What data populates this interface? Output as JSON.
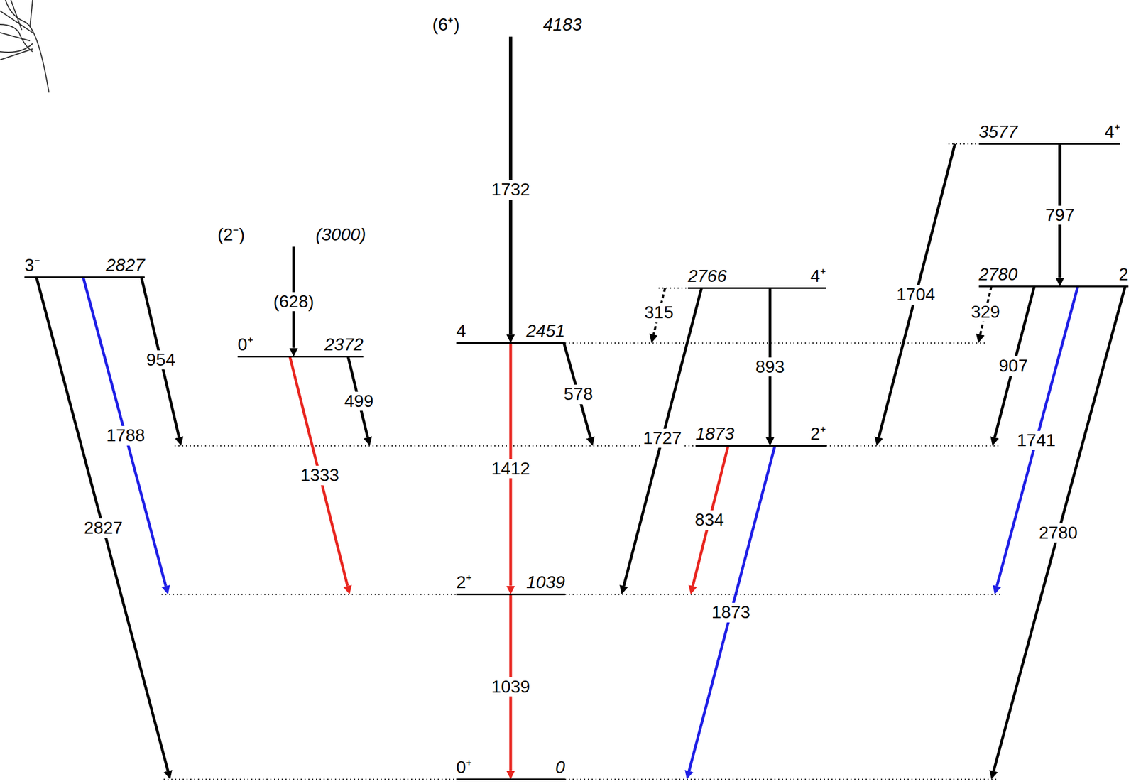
{
  "diagram": {
    "nodes": [
      {
        "text": [
          "(6⁺)",
          "4183"
        ]
      },
      {
        "text": [
          "3577",
          "4⁺"
        ]
      },
      {
        "text": [
          "(2⁻)",
          "(3000)"
        ]
      },
      {
        "text": [
          "3⁻",
          "2827"
        ]
      },
      {
        "text": [
          "2766",
          "4⁺"
        ]
      },
      {
        "text": [
          "2780",
          "2"
        ]
      },
      {
        "text": [
          "4",
          "2451"
        ]
      },
      {
        "text": [
          "0⁺",
          "2372"
        ]
      },
      {
        "text": [
          "1873",
          "2⁺"
        ]
      },
      {
        "text": [
          "2⁺",
          "1039"
        ]
      },
      {
        "text": [
          "0⁺",
          "0"
        ]
      }
    ],
    "edges": [
      {
        "from": 0,
        "to": 6,
        "arrow": "to",
        "label": "1732"
      },
      {
        "from": 2,
        "to": 7,
        "arrow": "to",
        "label": "(628)"
      },
      {
        "from": 3,
        "to": 8,
        "arrow": "to",
        "label": "954"
      },
      {
        "from": 3,
        "to": 9,
        "arrow": "to",
        "label": "1788"
      },
      {
        "from": 3,
        "to": 10,
        "arrow": "to",
        "label": "2827"
      },
      {
        "from": 7,
        "to": 8,
        "arrow": "to",
        "label": "499"
      },
      {
        "from": 7,
        "to": 9,
        "arrow": "to",
        "label": "1333"
      },
      {
        "from": 6,
        "to": 8,
        "arrow": "to",
        "label": "578"
      },
      {
        "from": 6,
        "to": 9,
        "arrow": "to",
        "label": "1412"
      },
      {
        "from": 4,
        "to": 6,
        "arrow": "to",
        "label": "315"
      },
      {
        "from": 4,
        "to": 9,
        "arrow": "to",
        "label": "1727"
      },
      {
        "from": 4,
        "to": 8,
        "arrow": "to",
        "label": "893"
      },
      {
        "from": 8,
        "to": 9,
        "arrow": "to",
        "label": "834"
      },
      {
        "from": 8,
        "to": 10,
        "arrow": "to",
        "label": "1873"
      },
      {
        "from": 9,
        "to": 10,
        "arrow": "to",
        "label": "1039"
      },
      {
        "from": 1,
        "to": 8,
        "arrow": "to",
        "label": "1704"
      },
      {
        "from": 1,
        "to": 5,
        "arrow": "to",
        "label": "797"
      },
      {
        "from": 5,
        "to": 6,
        "arrow": "to",
        "label": "329"
      },
      {
        "from": 5,
        "to": 8,
        "arrow": "to",
        "label": "907"
      },
      {
        "from": 5,
        "to": 9,
        "arrow": "to",
        "label": "1741"
      },
      {
        "from": 5,
        "to": 10,
        "arrow": "to",
        "label": "2780"
      }
    ]
  }
}
